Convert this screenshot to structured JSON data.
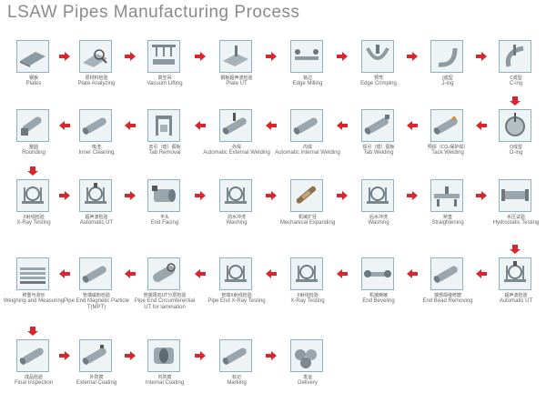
{
  "title": "LSAW Pipes Manufacturing Process",
  "colors": {
    "arrow": "#d9252b",
    "box_border": "#8fb2c2",
    "box_fill": "#eef3f5",
    "pipe": "#9aa6ad"
  },
  "steps": [
    {
      "cn": "钢板",
      "en": "Plates",
      "icon": "plate-icon"
    },
    {
      "cn": "原材料检验",
      "en": "Plate Analyzing",
      "icon": "magnifier-icon"
    },
    {
      "cn": "真空吊",
      "en": "Vacuum Lifting",
      "icon": "vacuum-crane-icon"
    },
    {
      "cn": "钢板超声波检验",
      "en": "Plate UT",
      "icon": "ultrasonic-probe-icon"
    },
    {
      "cn": "铣边",
      "en": "Edge Milling",
      "icon": "milling-icon"
    },
    {
      "cn": "预弯",
      "en": "Edge Crimping",
      "icon": "crimping-icon"
    },
    {
      "cn": "J成型",
      "en": "J-ing",
      "icon": "j-forming-icon"
    },
    {
      "cn": "C成型",
      "en": "C-ing",
      "icon": "c-forming-icon"
    },
    {
      "cn": "O成型",
      "en": "O-ing",
      "icon": "o-forming-icon"
    },
    {
      "cn": "预焊（CO₂保护焊）",
      "en": "Tack Welding",
      "icon": "tack-welding-icon"
    },
    {
      "cn": "焊引（熄）弧板",
      "en": "Tab Welding",
      "icon": "tab-welding-icon"
    },
    {
      "cn": "内焊",
      "en": "Automatic Internal Welding",
      "icon": "internal-welding-icon"
    },
    {
      "cn": "外焊",
      "en": "Automatic External Welding",
      "icon": "external-welding-icon"
    },
    {
      "cn": "去引（熄）弧板",
      "en": "Tab Removal",
      "icon": "tab-removal-icon"
    },
    {
      "cn": "吸渣",
      "en": "Inner Cleaning",
      "icon": "inner-cleaning-icon"
    },
    {
      "cn": "整圆",
      "en": "Rounding",
      "icon": "rounding-icon"
    },
    {
      "cn": "X射线检验",
      "en": "X-Ray Testing",
      "icon": "x-ray-icon"
    },
    {
      "cn": "超声波检验",
      "en": "Automatic UT",
      "icon": "ultrasonic-testing-icon"
    },
    {
      "cn": "平头",
      "en": "End Facing",
      "icon": "end-facing-icon"
    },
    {
      "cn": "前水冲洗",
      "en": "Washing",
      "icon": "washing-icon"
    },
    {
      "cn": "机械扩径",
      "en": "Mechanical Expanding",
      "icon": "expanding-icon"
    },
    {
      "cn": "后水冲洗",
      "en": "Washing",
      "icon": "washing-icon"
    },
    {
      "cn": "矫直",
      "en": "Straightening",
      "icon": "straightening-icon"
    },
    {
      "cn": "水压试验",
      "en": "Hydrostatic Testing",
      "icon": "hydrostatic-icon"
    },
    {
      "cn": "超声波检验",
      "en": "Automatic UT",
      "icon": "ultrasonic-testing-icon"
    },
    {
      "cn": "端部焊缝修磨",
      "en": "End Bead Removing",
      "icon": "bead-removing-icon"
    },
    {
      "cn": "机械倒棱",
      "en": "End Beveling",
      "icon": "beveling-icon"
    },
    {
      "cn": "X射线检验",
      "en": "X-Ray Testing",
      "icon": "x-ray-icon"
    },
    {
      "cn": "管端X射线检验",
      "en": "Pipe End X-Ray Testing",
      "icon": "x-ray-icon"
    },
    {
      "cn": "管端周向UT分层检验",
      "en": "Pipe End Circumferential UT for lamination",
      "icon": "pipe-end-ut-icon"
    },
    {
      "cn": "管端磁粉检验",
      "en": "Pipe End Magnetic Particle T(MPT)",
      "icon": "magnetic-particle-icon"
    },
    {
      "cn": "称重与测长",
      "en": "Weighing and Measuring",
      "icon": "weighing-icon"
    },
    {
      "cn": "成品检验",
      "en": "Final Inspection",
      "icon": "final-inspection-icon"
    },
    {
      "cn": "外防腐",
      "en": "External Coating",
      "icon": "external-coating-icon"
    },
    {
      "cn": "内防腐",
      "en": "Internal Coating",
      "icon": "internal-coating-icon"
    },
    {
      "cn": "标记",
      "en": "Marking",
      "icon": "marking-icon"
    },
    {
      "cn": "发运",
      "en": "Delivery",
      "icon": "delivery-icon"
    }
  ]
}
